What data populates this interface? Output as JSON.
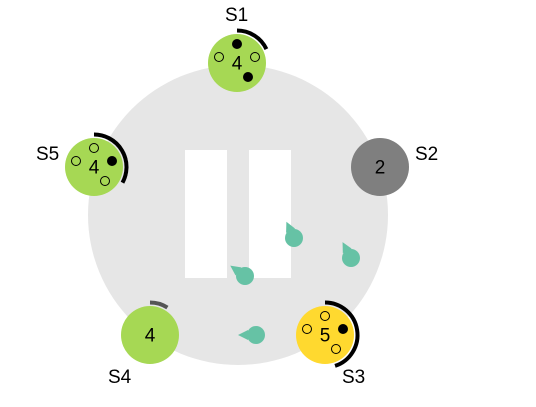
{
  "colors": {
    "background": "#ffffff",
    "ring": "#e6e6e6",
    "pause_bars": "#ffffff",
    "follower": "#a6d854",
    "leader": "#ffd92f",
    "stopped": "#7f7f7f",
    "message": "#66c2a5",
    "timeout_arc": "#000000",
    "stopped_arc": "#555555"
  },
  "icons": {
    "pause": "pause-icon",
    "message": "message-dot-arrow-icon"
  },
  "servers": [
    {
      "id": "s1",
      "name": "S1",
      "term": "4",
      "state": "follower",
      "status": "up",
      "vote_slots": [
        "voted",
        "empty",
        "empty",
        "voted"
      ],
      "timeout_fraction": 0.18
    },
    {
      "id": "s2",
      "name": "S2",
      "term": "2",
      "state": "stopped",
      "status": "down",
      "vote_slots": [],
      "timeout_fraction": 0
    },
    {
      "id": "s3",
      "name": "S3",
      "term": "5",
      "state": "leader",
      "status": "up",
      "vote_slots": [
        "empty",
        "empty",
        "voted",
        "empty"
      ],
      "timeout_fraction": 0.45
    },
    {
      "id": "s4",
      "name": "S4",
      "term": "4",
      "state": "follower",
      "status": "up",
      "vote_slots": [],
      "timeout_fraction": 0.09
    },
    {
      "id": "s5",
      "name": "S5",
      "term": "4",
      "state": "follower",
      "status": "up",
      "vote_slots": [
        "empty",
        "empty",
        "voted",
        "empty"
      ],
      "timeout_fraction": 0.33
    }
  ],
  "messages": [
    {
      "id": "m1",
      "direction_deg": -115
    },
    {
      "id": "m2",
      "direction_deg": -118
    },
    {
      "id": "m3",
      "direction_deg": -145
    },
    {
      "id": "m4",
      "direction_deg": 180
    }
  ]
}
